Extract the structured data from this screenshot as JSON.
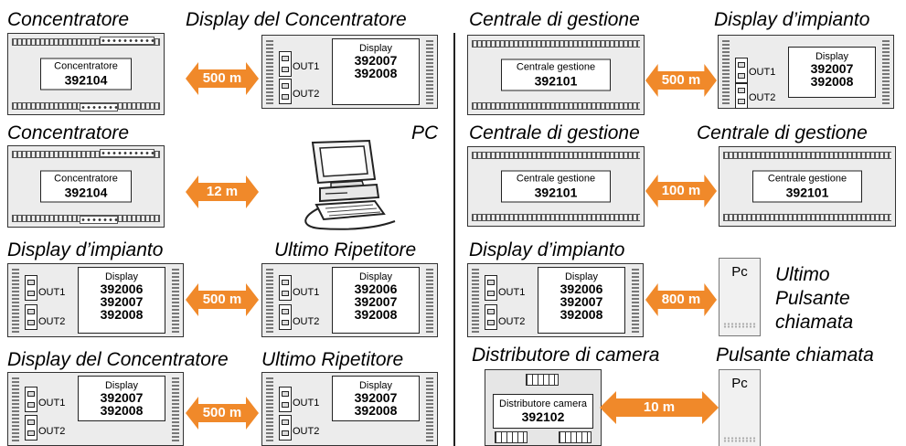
{
  "colors": {
    "arrow": "#f0892a",
    "text": "#000000"
  },
  "left": {
    "row1": {
      "title_a": "Concentratore",
      "title_b": "Display del Concentratore",
      "device_a": {
        "name": "Concentratore",
        "code": "392104"
      },
      "distance": "500 m",
      "device_b": {
        "name": "Display",
        "codes": [
          "392007",
          "392008"
        ],
        "out1": "OUT1",
        "out2": "OUT2"
      }
    },
    "row2": {
      "title_a": "Concentratore",
      "title_b": "PC",
      "device_a": {
        "name": "Concentratore",
        "code": "392104"
      },
      "distance": "12 m",
      "device_b_icon": "pc-computer-icon"
    },
    "row3": {
      "title_a": "Display d’impianto",
      "title_b": "Ultimo Ripetitore",
      "device_a": {
        "name": "Display",
        "codes": [
          "392006",
          "392007",
          "392008"
        ],
        "out1": "OUT1",
        "out2": "OUT2"
      },
      "distance": "500 m",
      "device_b": {
        "name": "Display",
        "codes": [
          "392006",
          "392007",
          "392008"
        ],
        "out1": "OUT1",
        "out2": "OUT2"
      }
    },
    "row4": {
      "title_a": "Display del Concentratore",
      "title_b": "Ultimo Ripetitore",
      "device_a": {
        "name": "Display",
        "codes": [
          "392007",
          "392008"
        ],
        "out1": "OUT1",
        "out2": "OUT2"
      },
      "distance": "500 m",
      "device_b": {
        "name": "Display",
        "codes": [
          "392007",
          "392008"
        ],
        "out1": "OUT1",
        "out2": "OUT2"
      }
    }
  },
  "right": {
    "row1": {
      "title_a": "Centrale di gestione",
      "title_b": "Display d’impianto",
      "device_a": {
        "name": "Centrale gestione",
        "code": "392101"
      },
      "distance": "500 m",
      "device_b": {
        "name": "Display",
        "codes": [
          "392007",
          "392008"
        ],
        "out1": "OUT1",
        "out2": "OUT2"
      }
    },
    "row2": {
      "title_a": "Centrale di gestione",
      "title_b": "Centrale di gestione",
      "device_a": {
        "name": "Centrale gestione",
        "code": "392101"
      },
      "distance": "100 m",
      "device_b": {
        "name": "Centrale gestione",
        "code": "392101"
      }
    },
    "row3": {
      "title_a": "Display d’impianto",
      "device_a": {
        "name": "Display",
        "codes": [
          "392006",
          "392007",
          "392008"
        ],
        "out1": "OUT1",
        "out2": "OUT2"
      },
      "distance": "800 m",
      "pulsante": "Pc",
      "title_b_lines": [
        "Ultimo",
        "Pulsante",
        "chiamata"
      ]
    },
    "row4": {
      "title_a": "Distributore di camera",
      "title_b": "Pulsante chiamata",
      "device_a": {
        "name": "Distributore camera",
        "code": "392102"
      },
      "distance": "10 m",
      "pulsante": "Pc"
    }
  }
}
